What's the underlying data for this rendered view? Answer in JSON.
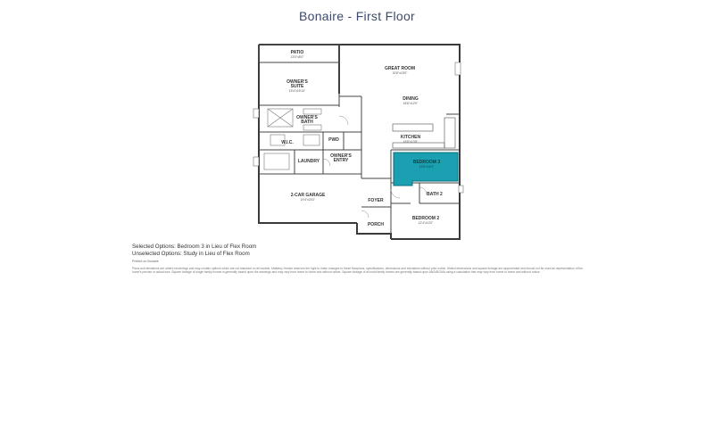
{
  "title": "Bonaire - First Floor",
  "colors": {
    "highlight": "#1aa0b0",
    "walls": "#3a3a3a",
    "title": "#3e4a6b"
  },
  "rooms": {
    "patio": {
      "name": "PATIO",
      "dim": "13'0\"x8'0\""
    },
    "owners_suite": {
      "name1": "OWNER'S",
      "name2": "SUITE",
      "dim": "15'4\"x15'10\""
    },
    "owners_bath": {
      "name1": "OWNER'S",
      "name2": "BATH"
    },
    "wic": {
      "name": "W.I.C."
    },
    "pwd": {
      "name": "PWD"
    },
    "laundry": {
      "name": "LAUNDRY"
    },
    "owners_entry": {
      "name1": "OWNER'S",
      "name2": "ENTRY"
    },
    "garage": {
      "name": "2-CAR GARAGE",
      "dim": "19'4\"x20'2\""
    },
    "great_room": {
      "name": "GREAT ROOM",
      "dim": "20'8\"x15'9\""
    },
    "dining": {
      "name": "DINING",
      "dim": "18'8\"x12'0\""
    },
    "kitchen": {
      "name": "KITCHEN",
      "dim": "18'8\"x13'8\""
    },
    "bedroom3": {
      "name": "BEDROOM 3",
      "dim": "12'6\"x11'0\""
    },
    "bath2": {
      "name": "BATH 2"
    },
    "foyer": {
      "name": "FOYER"
    },
    "bedroom2": {
      "name": "BEDROOM 2",
      "dim": "12'4\"x12'0\""
    },
    "porch": {
      "name": "PORCH"
    }
  },
  "options": {
    "selected": "Selected Options: Bedroom 3 in Lieu of Flex Room",
    "unselected": "Unselected Options: Study in Lieu of Flex Room",
    "printed": "Printed on Bonaire"
  },
  "disclaimer": "Plans and elevations are artist's renderings and may contain options which are not standard on all models. Mattamy Homes reserves the right to make changes to these floorplans, specifications, dimensions and elevations without prior notice. Stated dimensions and square footage are approximate and should not be used as representation of the home's precise or actual size. Square footage of single family homes is generally based upon the drawings and may vary from home to home and without notice. Square footage of all multi family homes are generally based upon ANSI/BOMA using a calculation that may vary from home to home and without notice."
}
